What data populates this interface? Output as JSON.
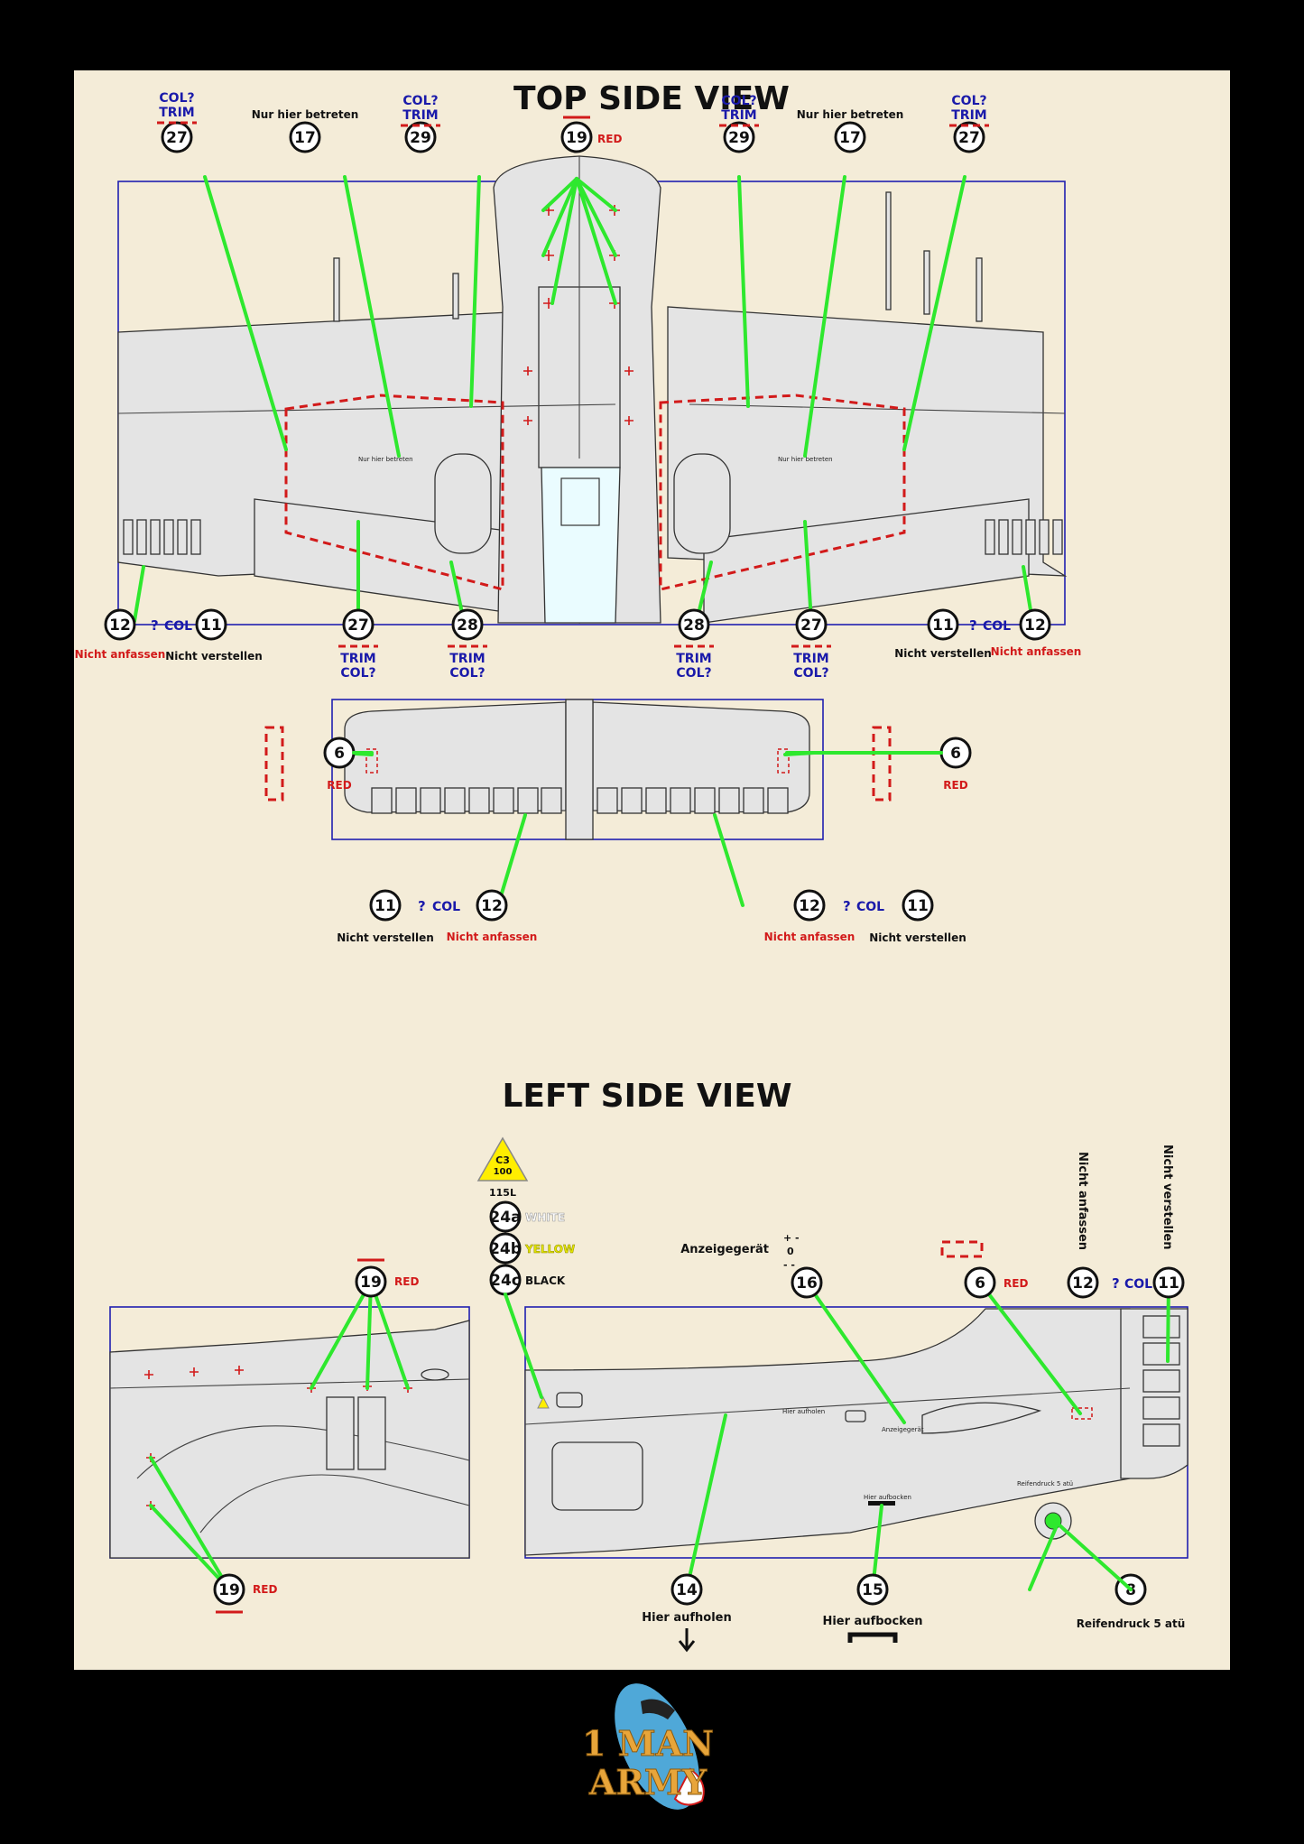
{
  "titles": {
    "top": "TOP SIDE VIEW",
    "left": "LEFT SIDE VIEW"
  },
  "labels": {
    "col_trim": "COL?",
    "trim": "TRIM",
    "trim_col_a": "TRIM",
    "trim_col_b": "COL?",
    "col": "COL",
    "question": "?",
    "red": "RED",
    "nur_hier_betreten": "Nur hier betreten",
    "nicht_anfassen": "Nicht anfassen",
    "nicht_verstellen": "Nicht verstellen",
    "anzeigegeraet": "Anzeigegerät",
    "hier_aufholen": "Hier aufholen",
    "hier_aufbocken": "Hier aufbocken",
    "reifendruck": "Reifendruck 5 atü",
    "white": "WHITE",
    "yellow": "YELLOW",
    "black": "BLACK",
    "c3": "C3",
    "c3_100": "100",
    "oil_115l": "115L",
    "gauge_plus": "+ -",
    "gauge_zero": "0",
    "gauge_minus": "- -",
    "tiny_nur_hier": "Nur hier betreten",
    "tiny_hier_aufholen": "Hier aufholen",
    "tiny_anzeige": "Anzeigegerät",
    "tiny_hier_aufbocken": "Hier aufbocken",
    "tiny_reifendruck": "Reifendruck 5 atü"
  },
  "callouts": {
    "n27": "27",
    "n17": "17",
    "n29": "29",
    "n19": "19",
    "n12": "12",
    "n11": "11",
    "n28": "28",
    "n6": "6",
    "n24a": "24a",
    "n24b": "24b",
    "n24c": "24c",
    "n16": "16",
    "n14": "14",
    "n15": "15",
    "n8": "8"
  },
  "logo": {
    "line1": "1 MAN",
    "line2": "ARMY"
  },
  "colors": {
    "leader": "#2ee82e",
    "frame": "#1f1fb0",
    "red": "#d21a1a",
    "blue": "#1a1aaa",
    "sheet": "#f4ecd8"
  }
}
